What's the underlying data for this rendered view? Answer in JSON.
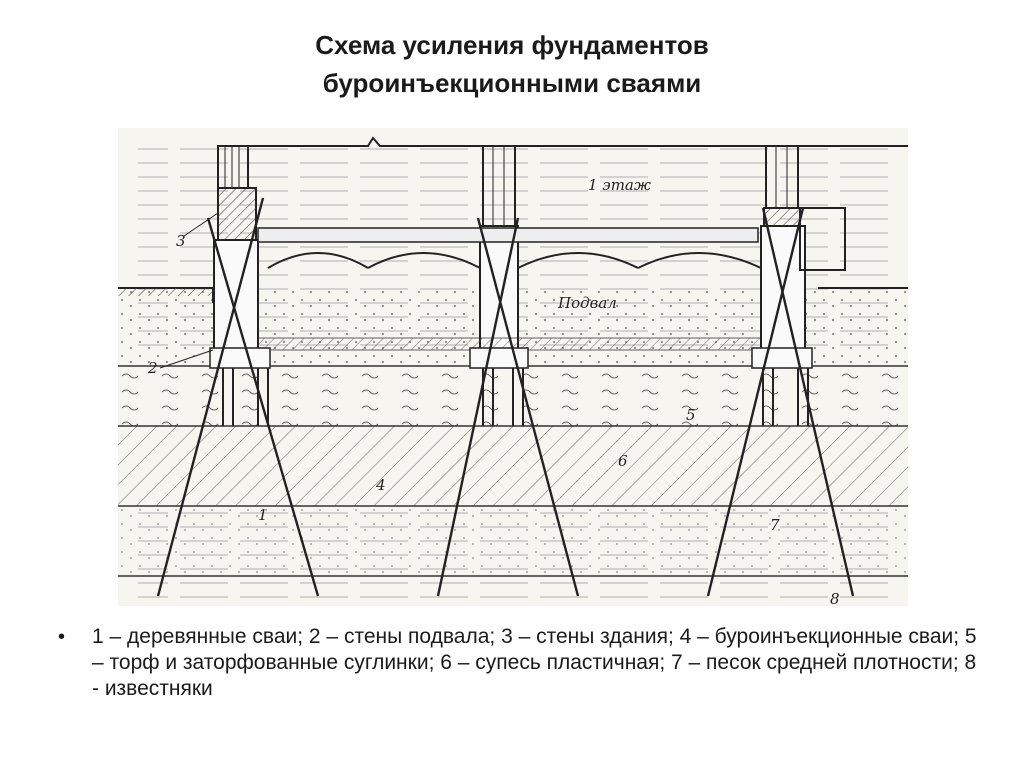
{
  "title": {
    "line1": "Схема усиления фундаментов",
    "line2": "буроинъекционными сваями"
  },
  "figure": {
    "labels": {
      "floor": "1 этаж",
      "basement": "Подвал",
      "n1": "1",
      "n2": "2",
      "n3": "3",
      "n4": "4",
      "n5": "5",
      "n6": "6",
      "n7": "7",
      "n8": "8"
    }
  },
  "caption": {
    "bullet": "•",
    "text": "1 – деревянные сваи; 2 – стены подвала; 3 – стены здания; 4 – буроинъекционные сваи; 5 – торф и заторфованные суглинки; 6 – супесь пластичная; 7 – песок средней плотности; 8 - известняки"
  },
  "colors": {
    "ink": "#2a2a2a",
    "paper": "#f7f5f0"
  }
}
